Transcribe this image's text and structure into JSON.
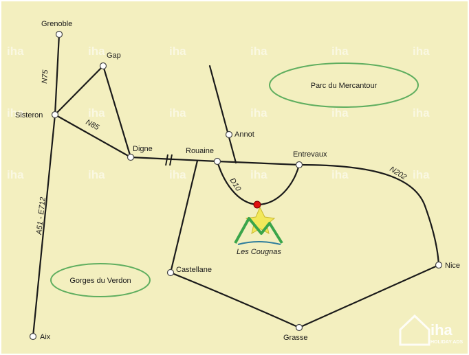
{
  "towns": {
    "grenoble": "Grenoble",
    "gap": "Gap",
    "sisteron": "Sisteron",
    "digne": "Digne",
    "annot": "Annot",
    "rouaine": "Rouaine",
    "entrevaux": "Entrevaux",
    "castellane": "Castellane",
    "nice": "Nice",
    "grasse": "Grasse",
    "aix": "Aix"
  },
  "roads": {
    "n75": "N75",
    "n85": "N85",
    "a51": "A51 - E712",
    "d10": "D10",
    "n202": "N202"
  },
  "areas": {
    "mercantour": "Parc du Mercantour",
    "verdon": "Gorges du Verdon"
  },
  "location": {
    "name": "Les Cougnas"
  },
  "watermark": {
    "text": "iha",
    "subtext": "HOLIDAY ADS"
  },
  "colors": {
    "background": "#f3efbf",
    "road": "#1a1a1a",
    "area_outline": "#5fae5f",
    "marker": "#e01010",
    "mountain": "#3aa54a"
  }
}
